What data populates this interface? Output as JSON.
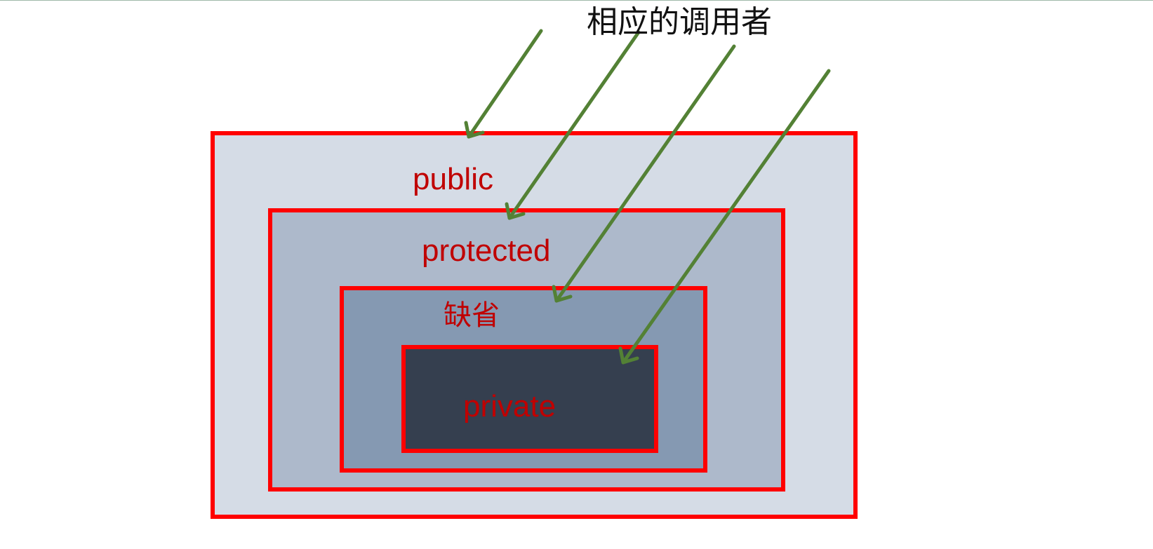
{
  "caller_label": "相应的调用者",
  "levels": {
    "public": "public",
    "protected": "protected",
    "default": "缺省",
    "private": "private"
  },
  "colors": {
    "border": "#ff0000",
    "label_text": "#c00000",
    "arrow": "#538135",
    "public_fill": "#d5dce6",
    "protected_fill": "#adb9cb",
    "default_fill": "#8599b2",
    "private_fill": "#353f4f"
  }
}
